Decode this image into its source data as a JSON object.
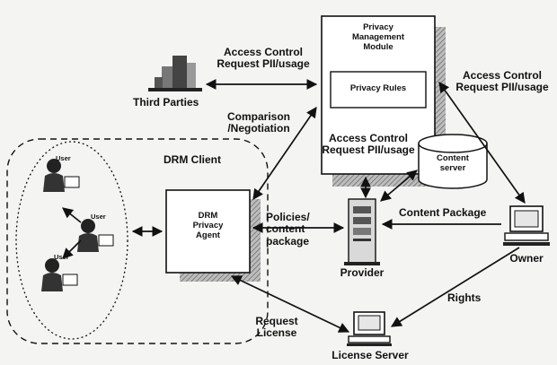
{
  "colors": {
    "background": "#f4f4f2",
    "line": "#111111",
    "shadow_hatch": "#8a8a8a"
  },
  "labels": {
    "privacy_module": "Privacy\nManagement\nModule",
    "privacy_rules": "Privacy Rules",
    "third_parties": "Third Parties",
    "access_left": "Access Control\nRequest PII/usage",
    "access_right": "Access Control\nRequest PII/usage",
    "access_mid": "Access Control\nRequest PII/usage",
    "comparison": "Comparison\n/Negotiation",
    "drm_client": "DRM Client",
    "drm_agent": "DRM\nPrivacy\nAgent",
    "policies": "Policies/\ncontent\npackage",
    "content_server": "Content\nserver",
    "content_package": "Content Package",
    "provider": "Provider",
    "owner": "Owner",
    "rights": "Rights",
    "request_license": "Request\nLicense",
    "license_server": "License Server",
    "user1": "User",
    "user2": "User",
    "user3": "User"
  },
  "icons": {
    "third_parties": "building-icon",
    "provider": "server-tower-icon",
    "owner": "computer-icon",
    "license_server": "computer-icon",
    "content_server": "database-cylinder-icon",
    "users": "person-at-computer-icon"
  }
}
